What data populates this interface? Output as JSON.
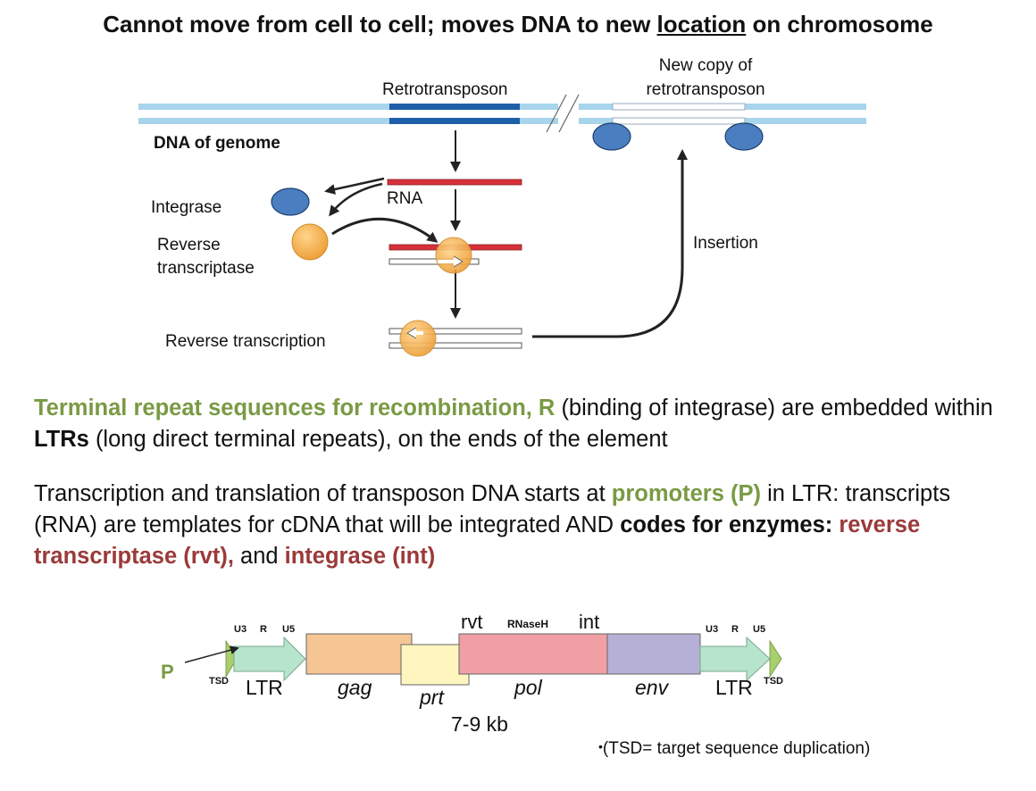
{
  "heading": {
    "part1": "Cannot move from cell to cell; moves DNA to new ",
    "underlined": "location",
    "part2": " on chromosome"
  },
  "diagram": {
    "retrotransposon": "Retrotransposon",
    "new_copy_line1": "New copy of",
    "new_copy_line2": "retrotransposon",
    "dna_of_genome": "DNA of genome",
    "integrase": "Integrase",
    "rna": "RNA",
    "reverse_transcriptase_line1": "Reverse",
    "reverse_transcriptase_line2": "transcriptase",
    "insertion": "Insertion",
    "reverse_transcription": "Reverse transcription"
  },
  "paragraph1": {
    "green": "Terminal repeat sequences for recombination, R",
    "t1": " (binding of integrase) are embedded within ",
    "bold": "LTRs",
    "t2": " (long direct terminal repeats), on the ends of the element"
  },
  "paragraph2": {
    "t1": "Transcription and translation of transposon DNA starts at ",
    "green": "promoters (P)",
    "t2": " in LTR: transcripts (RNA) are templates for cDNA that will be integrated AND ",
    "bold": "codes for enzymes:",
    "sp": " ",
    "red1": "reverse transcriptase (rvt),",
    "t3": " and ",
    "red2": "integrase (int)"
  },
  "element_map": {
    "p_label": "P",
    "u3_left": "U3",
    "r_left": "R",
    "u5_left": "U5",
    "tsd_left": "TSD",
    "ltr_left": "LTR",
    "gag": "gag",
    "prt": "prt",
    "pol": "pol",
    "env": "env",
    "rvt": "rvt",
    "rnaseh": "RNaseH",
    "int": "int",
    "u3_right": "U3",
    "r_right": "R",
    "u5_right": "U5",
    "ltr_right": "LTR",
    "tsd_right": "TSD",
    "size": "7-9 kb"
  },
  "footnote": "(TSD= target sequence duplication)",
  "colors": {
    "green_text": "#7a9a44",
    "red_text": "#9b3a3a",
    "dna_light": "#a8d4ec",
    "dna_dark": "#1f5ea8",
    "rna_red": "#d8303a",
    "integrase_blue": "#4a7ec0",
    "rt_orange": "#f3b04e",
    "gag": "#f5c594",
    "prt": "#fff5bf",
    "pol": "#f0a0a5",
    "env": "#b6b0d6",
    "ltr": "#b7e4cd",
    "tsd": "#a8cf6c"
  }
}
